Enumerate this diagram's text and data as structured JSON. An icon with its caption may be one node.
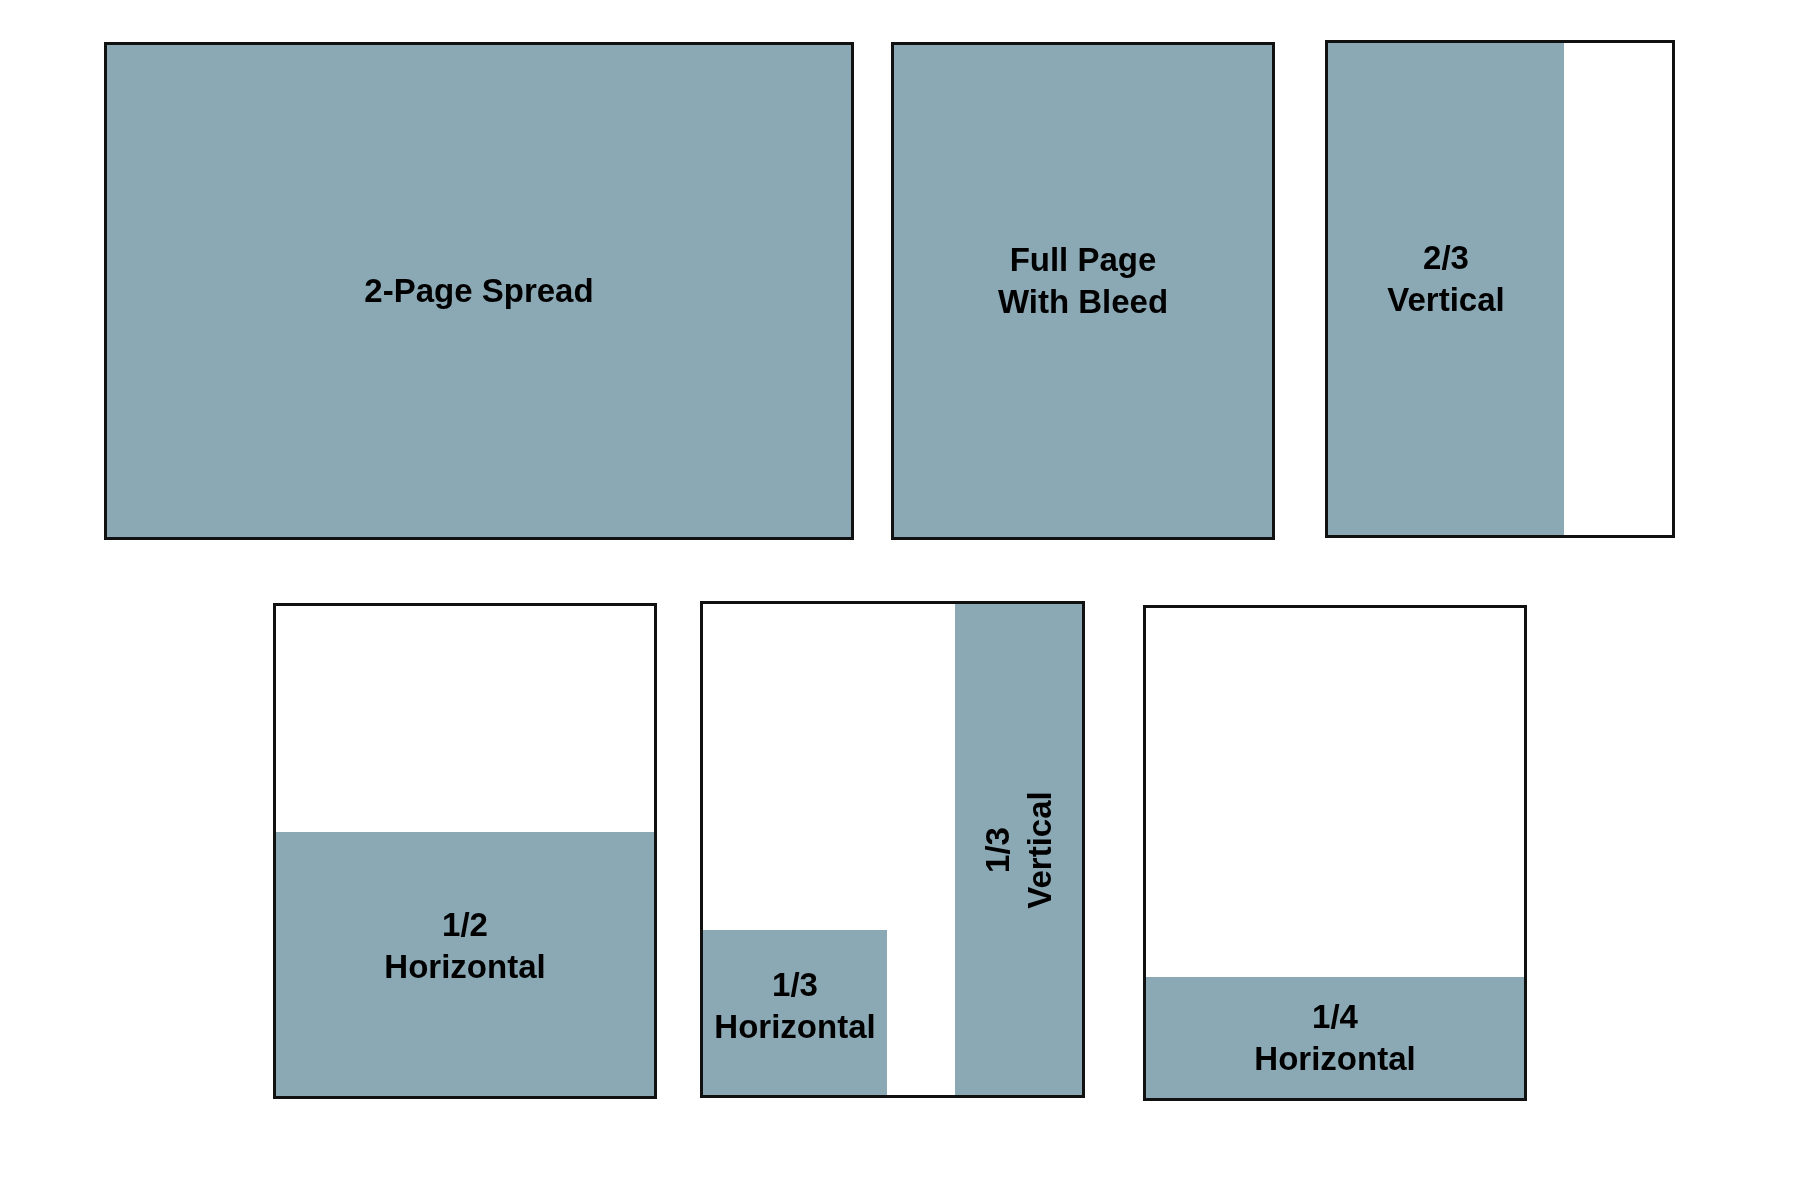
{
  "diagram": {
    "nodes": [
      {
        "text": [
          "2-Page Spread"
        ]
      },
      {
        "text": [
          "Full Page With Bleed"
        ]
      },
      {
        "text": [],
        "shape": "box"
      },
      {
        "text": [
          "2/3 Vertical"
        ],
        "in": 2
      },
      {
        "text": [],
        "shape": "box"
      },
      {
        "text": [
          "1/2 Horizontal"
        ],
        "in": 4
      },
      {
        "text": [],
        "shape": "box"
      },
      {
        "text": [
          "1/3 Horizontal"
        ],
        "in": 6
      },
      {
        "text": [
          "1/3 Vertical"
        ],
        "in": 6
      },
      {
        "text": [],
        "shape": "box"
      },
      {
        "text": [
          "1/4 Horizontal"
        ],
        "in": 9
      }
    ]
  }
}
